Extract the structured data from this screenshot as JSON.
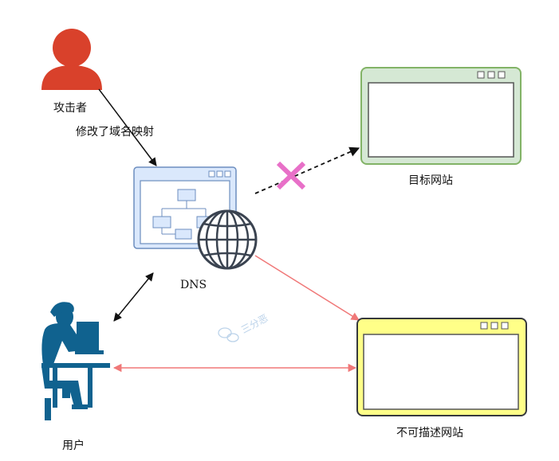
{
  "labels": {
    "attacker": "攻击者",
    "modify_dns": "修改了域名映射",
    "dns": "DNS",
    "target_site": "目标网站",
    "unknown_site": "不可描述网站",
    "user": "用户"
  },
  "watermark": "三分恶",
  "colors": {
    "attacker": "#d9412b",
    "user": "#10628f",
    "target_site_fill": "#d5e8d4",
    "target_site_stroke": "#82b366",
    "unknown_site_fill": "#ffff88",
    "unknown_site_stroke": "#36393d",
    "dns_fill": "#dae8fc",
    "dns_stroke": "#6c8ebf",
    "red_arrow": "#f07878",
    "cross": "#e870c8"
  }
}
